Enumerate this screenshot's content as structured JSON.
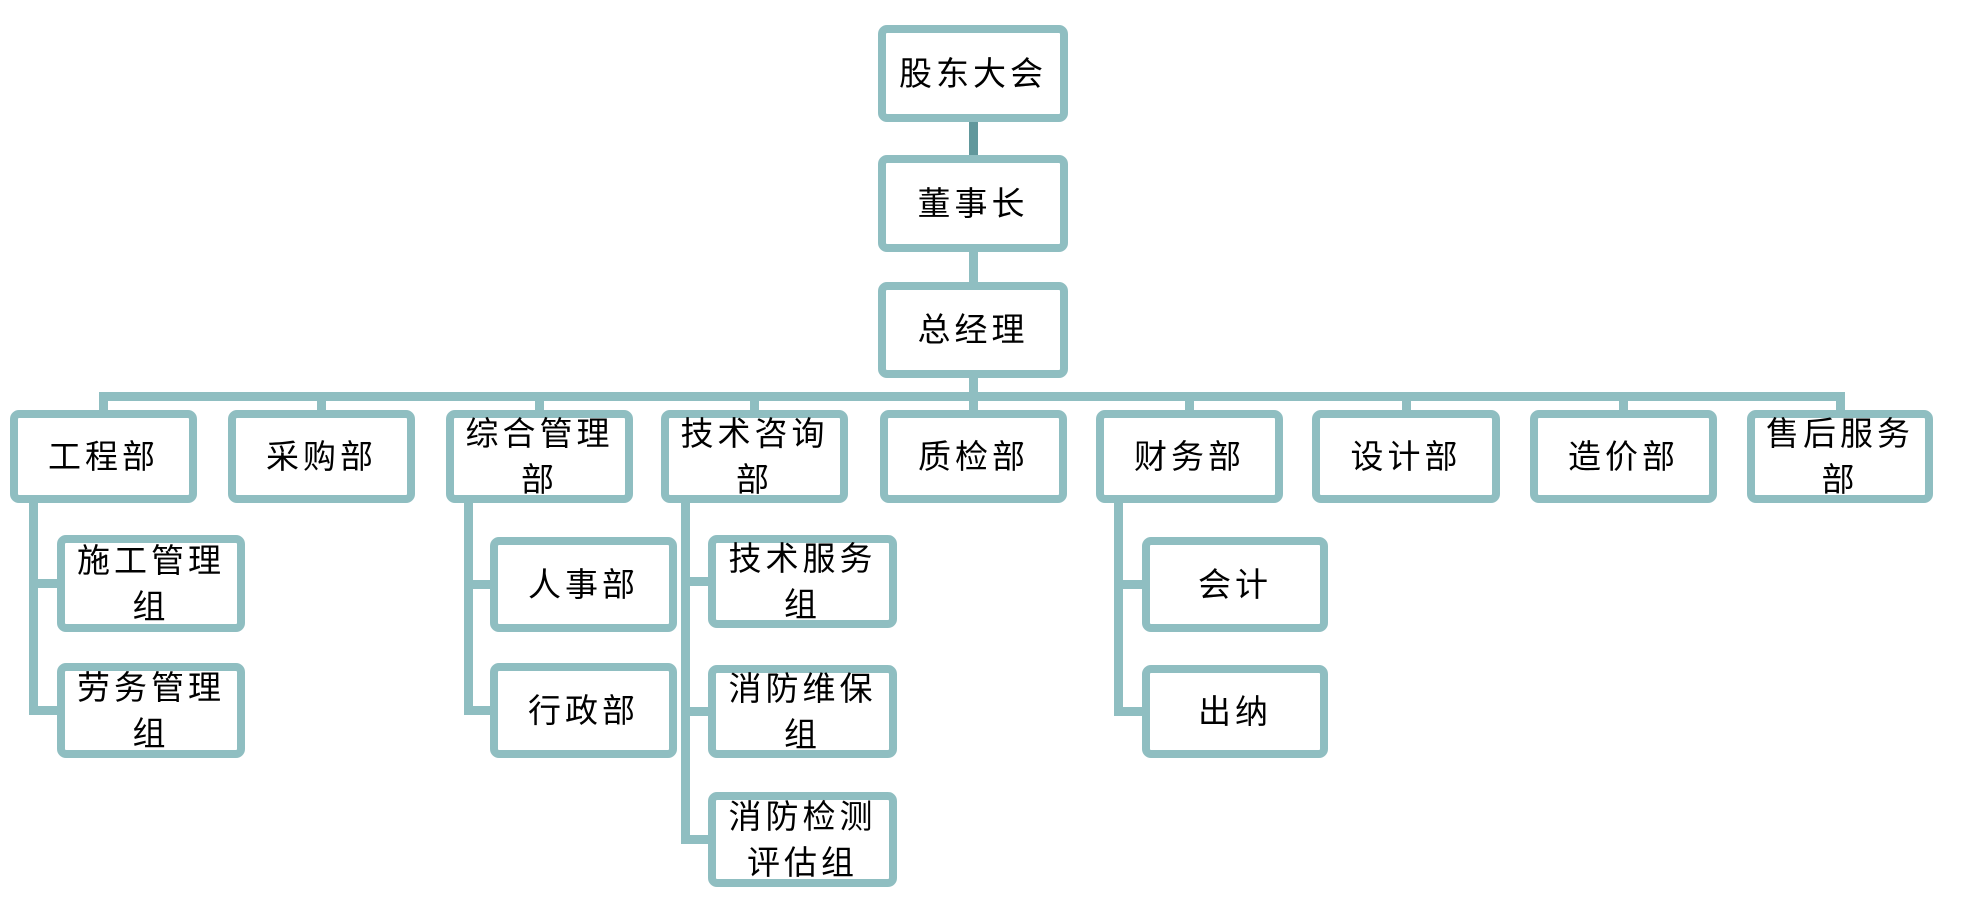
{
  "colors": {
    "box_border": "#8FBEC1",
    "connector": "#8FBEC1",
    "connector_dark": "#61989C",
    "box_fill": "#FFFFFF",
    "text": "#000000"
  },
  "org": {
    "top": [
      "股东大会",
      "董事长",
      "总经理"
    ],
    "departments": [
      {
        "label": "工程部",
        "children": [
          "施工管理\n组",
          "劳务管理\n组"
        ]
      },
      {
        "label": "采购部",
        "children": []
      },
      {
        "label": "综合管理\n部",
        "children": [
          "人事部",
          "行政部"
        ]
      },
      {
        "label": "技术咨询\n部",
        "children": [
          "技术服务\n组",
          "消防维保\n组",
          "消防检测\n评估组"
        ]
      },
      {
        "label": "质检部",
        "children": []
      },
      {
        "label": "财务部",
        "children": [
          "会计",
          "出纳"
        ]
      },
      {
        "label": "设计部",
        "children": []
      },
      {
        "label": "造价部",
        "children": []
      },
      {
        "label": "售后服务\n部",
        "children": []
      }
    ]
  }
}
